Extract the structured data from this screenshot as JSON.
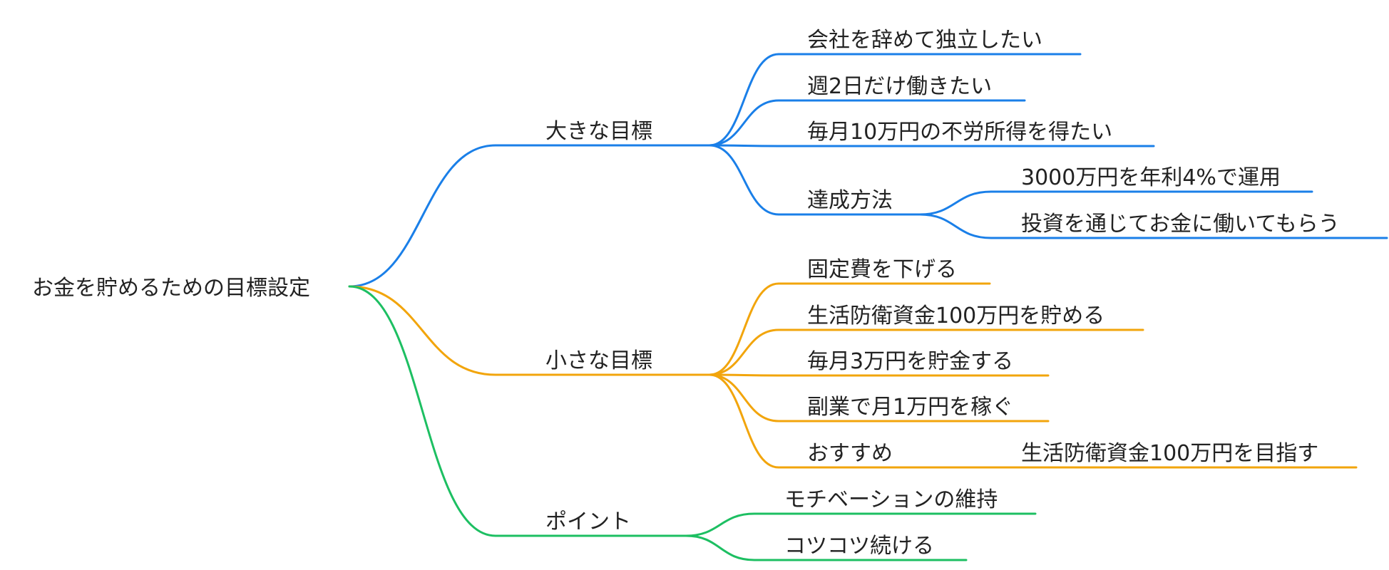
{
  "root": {
    "label": "お金を貯めるための目標設定"
  },
  "colors": {
    "blue": "#1a7fe8",
    "orange": "#f2a50c",
    "green": "#1dbf62",
    "text": "#222222"
  },
  "branches": [
    {
      "label": "大きな目標",
      "color": "blue",
      "children": [
        {
          "label": "会社を辞めて独立したい"
        },
        {
          "label": "週2日だけ働きたい"
        },
        {
          "label": "毎月10万円の不労所得を得たい"
        },
        {
          "label": "達成方法",
          "children": [
            {
              "label": "3000万円を年利4%で運用"
            },
            {
              "label": "投資を通じてお金に働いてもらう"
            }
          ]
        }
      ]
    },
    {
      "label": "小さな目標",
      "color": "orange",
      "children": [
        {
          "label": "固定費を下げる"
        },
        {
          "label": "生活防衛資金100万円を貯める"
        },
        {
          "label": "毎月3万円を貯金する"
        },
        {
          "label": "副業で月1万円を稼ぐ"
        },
        {
          "label": "おすすめ",
          "children": [
            {
              "label": "生活防衛資金100万円を目指す"
            }
          ]
        }
      ]
    },
    {
      "label": "ポイント",
      "color": "green",
      "children": [
        {
          "label": "モチベーションの維持"
        },
        {
          "label": "コツコツ続ける"
        }
      ]
    }
  ]
}
